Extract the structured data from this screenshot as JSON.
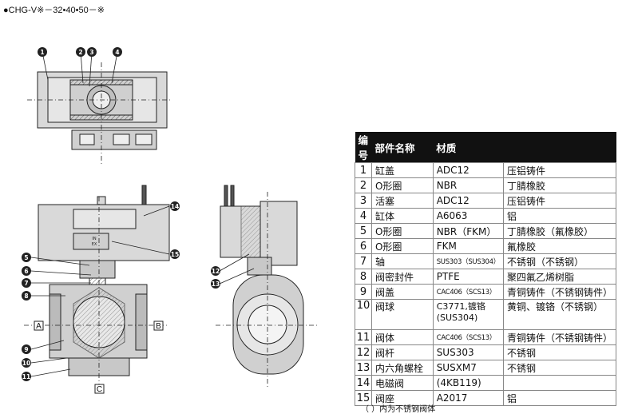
{
  "model": "●CHG-V※－32•40•50－※",
  "callouts": [
    "1",
    "2",
    "3",
    "4",
    "5",
    "6",
    "7",
    "8",
    "9",
    "10",
    "11",
    "12",
    "13",
    "14",
    "15"
  ],
  "ports": [
    "A",
    "B",
    "C"
  ],
  "valve_marks": [
    "IN",
    "EX"
  ],
  "table": {
    "headers": [
      "编号",
      "部件名称",
      "材质"
    ],
    "rows": [
      {
        "no": "1",
        "name": "缸盖",
        "material": "ADC12",
        "note": "压铝铸件"
      },
      {
        "no": "2",
        "name": "O形圈",
        "material": "NBR",
        "note": "丁腈橡胶"
      },
      {
        "no": "3",
        "name": "活塞",
        "material": "ADC12",
        "note": "压铝铸件"
      },
      {
        "no": "4",
        "name": "缸体",
        "material": "A6063",
        "note": "铝"
      },
      {
        "no": "5",
        "name": "O形圈",
        "material": "NBR（FKM）",
        "note": "丁腈橡胶（氟橡胶）"
      },
      {
        "no": "6",
        "name": "O形圈",
        "material": "FKM",
        "note": "氟橡胶"
      },
      {
        "no": "7",
        "name": "轴",
        "material": "SUS303（SUS304）",
        "note": "不锈钢（不锈钢）"
      },
      {
        "no": "8",
        "name": "阀密封件",
        "material": "PTFE",
        "note": "聚四氟乙烯树脂"
      },
      {
        "no": "9",
        "name": "阀盖",
        "material": "CAC406（SCS13）",
        "note": "青铜铸件（不锈钢铸件）"
      },
      {
        "no": "10",
        "name": "阀球",
        "material": "C3771,镀铬 (SUS304)",
        "note": "黄铜、镀铬（不锈钢）"
      },
      {
        "no": "11",
        "name": "阀体",
        "material": "CAC406（SCS13）",
        "note": "青铜铸件（不锈钢铸件）"
      },
      {
        "no": "12",
        "name": "阀杆",
        "material": "SUS303",
        "note": "不锈钢"
      },
      {
        "no": "13",
        "name": "内六角螺栓",
        "material": "SUSXM7",
        "note": "不锈钢"
      },
      {
        "no": "14",
        "name": "电磁阀",
        "material": "(4KB119)",
        "note": ""
      },
      {
        "no": "15",
        "name": "阀座",
        "material": "A2017",
        "note": "铝"
      }
    ]
  },
  "footnote": "（  ）内为不锈钢阀体"
}
